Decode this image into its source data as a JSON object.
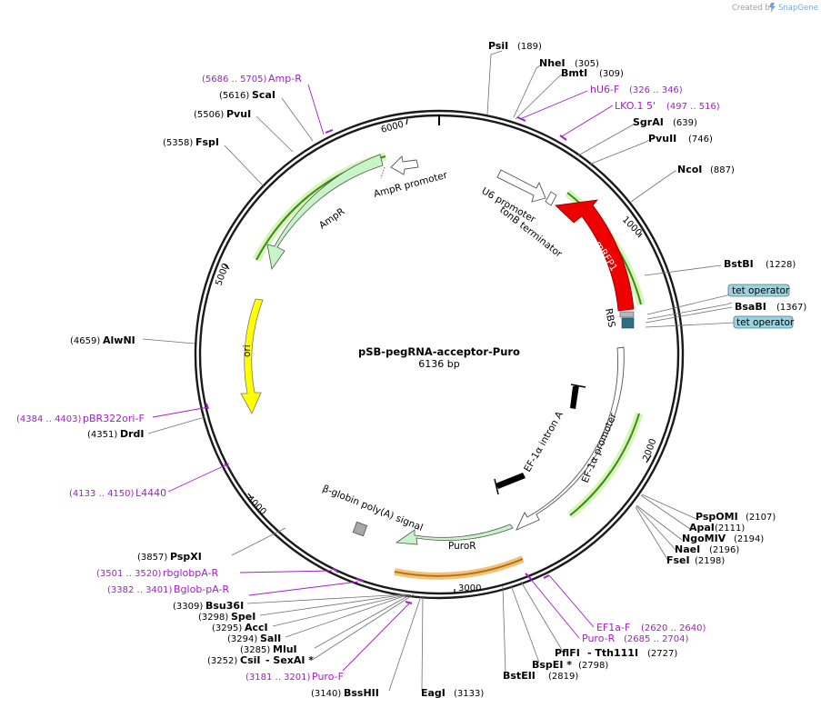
{
  "credit": {
    "prefix": "Created by",
    "brand": "SnapGene"
  },
  "plasmid": {
    "name": "pSB-pegRNA-acceptor-Puro",
    "length": "6136 bp"
  },
  "ticks": [
    "1000",
    "2000",
    "3000",
    "4000",
    "5000",
    "6000"
  ],
  "features": {
    "amp_promoter": "AmpR promoter",
    "ampr": "AmpR",
    "ori": "ori",
    "u6": "U6 promoter",
    "tonb": "tonB terminator",
    "mrfp": "mRFP1",
    "rbs": "RBS",
    "intron": "EF-1α intron A",
    "ef1a_promoter": "EF-1α promoter",
    "globin": "β-globin poly(A) signal",
    "puror": "PuroR"
  },
  "sites": [
    {
      "name": "PsiI",
      "pos": "(189)"
    },
    {
      "name": "NheI",
      "pos": "(305)"
    },
    {
      "name": "BmtI",
      "pos": "(309)"
    },
    {
      "name": "SgrAI",
      "pos": "(639)"
    },
    {
      "name": "PvuII",
      "pos": "(746)"
    },
    {
      "name": "NcoI",
      "pos": "(887)"
    },
    {
      "name": "BstBI",
      "pos": "(1228)"
    },
    {
      "name": "BsaBI",
      "pos": "(1367)"
    },
    {
      "name": "PspOMI",
      "pos": "(2107)"
    },
    {
      "name": "ApaI",
      "pos": "(2111)"
    },
    {
      "name": "NgoMIV",
      "pos": "(2194)"
    },
    {
      "name": "NaeI",
      "pos": "(2196)"
    },
    {
      "name": "FseI",
      "pos": "(2198)"
    },
    {
      "name": "PflFI",
      "name2": "- Tth111I",
      "pos": "(2727)"
    },
    {
      "name": "BspEI *",
      "pos": "(2798)"
    },
    {
      "name": "BstEII",
      "pos": "(2819)"
    },
    {
      "name": "EagI",
      "pos": "(3133)"
    },
    {
      "name": "BssHII",
      "pos": "(3140)"
    },
    {
      "name": "CsiI",
      "name2": "- SexAI *",
      "pos": "(3252)"
    },
    {
      "name": "MluI",
      "pos": "(3285)"
    },
    {
      "name": "SalI",
      "pos": "(3294)"
    },
    {
      "name": "AccI",
      "pos": "(3295)"
    },
    {
      "name": "SpeI",
      "pos": "(3298)"
    },
    {
      "name": "Bsu36I",
      "pos": "(3309)"
    },
    {
      "name": "PspXI",
      "pos": "(3857)"
    },
    {
      "name": "DrdI",
      "pos": "(4351)"
    },
    {
      "name": "AlwNI",
      "pos": "(4659)"
    },
    {
      "name": "FspI",
      "pos": "(5358)"
    },
    {
      "name": "PvuI",
      "pos": "(5506)"
    },
    {
      "name": "ScaI",
      "pos": "(5616)"
    }
  ],
  "primers": [
    {
      "name": "Amp-R",
      "pos": "(5686 .. 5705)"
    },
    {
      "name": "hU6-F",
      "pos": "(326 .. 346)"
    },
    {
      "name": "LKO.1 5'",
      "pos": "(497 .. 516)"
    },
    {
      "name": "EF1a-F",
      "pos": "(2620 .. 2640)"
    },
    {
      "name": "Puro-R",
      "pos": "(2685 .. 2704)"
    },
    {
      "name": "Puro-F",
      "pos": "(3181 .. 3201)"
    },
    {
      "name": "Bglob-pA-R",
      "pos": "(3382 .. 3401)"
    },
    {
      "name": "rbglobpA-R",
      "pos": "(3501 .. 3520)"
    },
    {
      "name": "L4440",
      "pos": "(4133 .. 4150)"
    },
    {
      "name": "pBR322ori-F",
      "pos": "(4384 .. 4403)"
    }
  ],
  "tet_operator": "tet operator",
  "colors": {
    "backbone": "#1a1a1a",
    "primer": "#a020c8",
    "mrfp": "#ee0000",
    "ori": "#ffff00",
    "puror_fill": "#c8f5c8",
    "highlight_green": "#3a8a1a",
    "highlight_orange": "#f3c078",
    "tet_box": "#9dd3e0"
  }
}
